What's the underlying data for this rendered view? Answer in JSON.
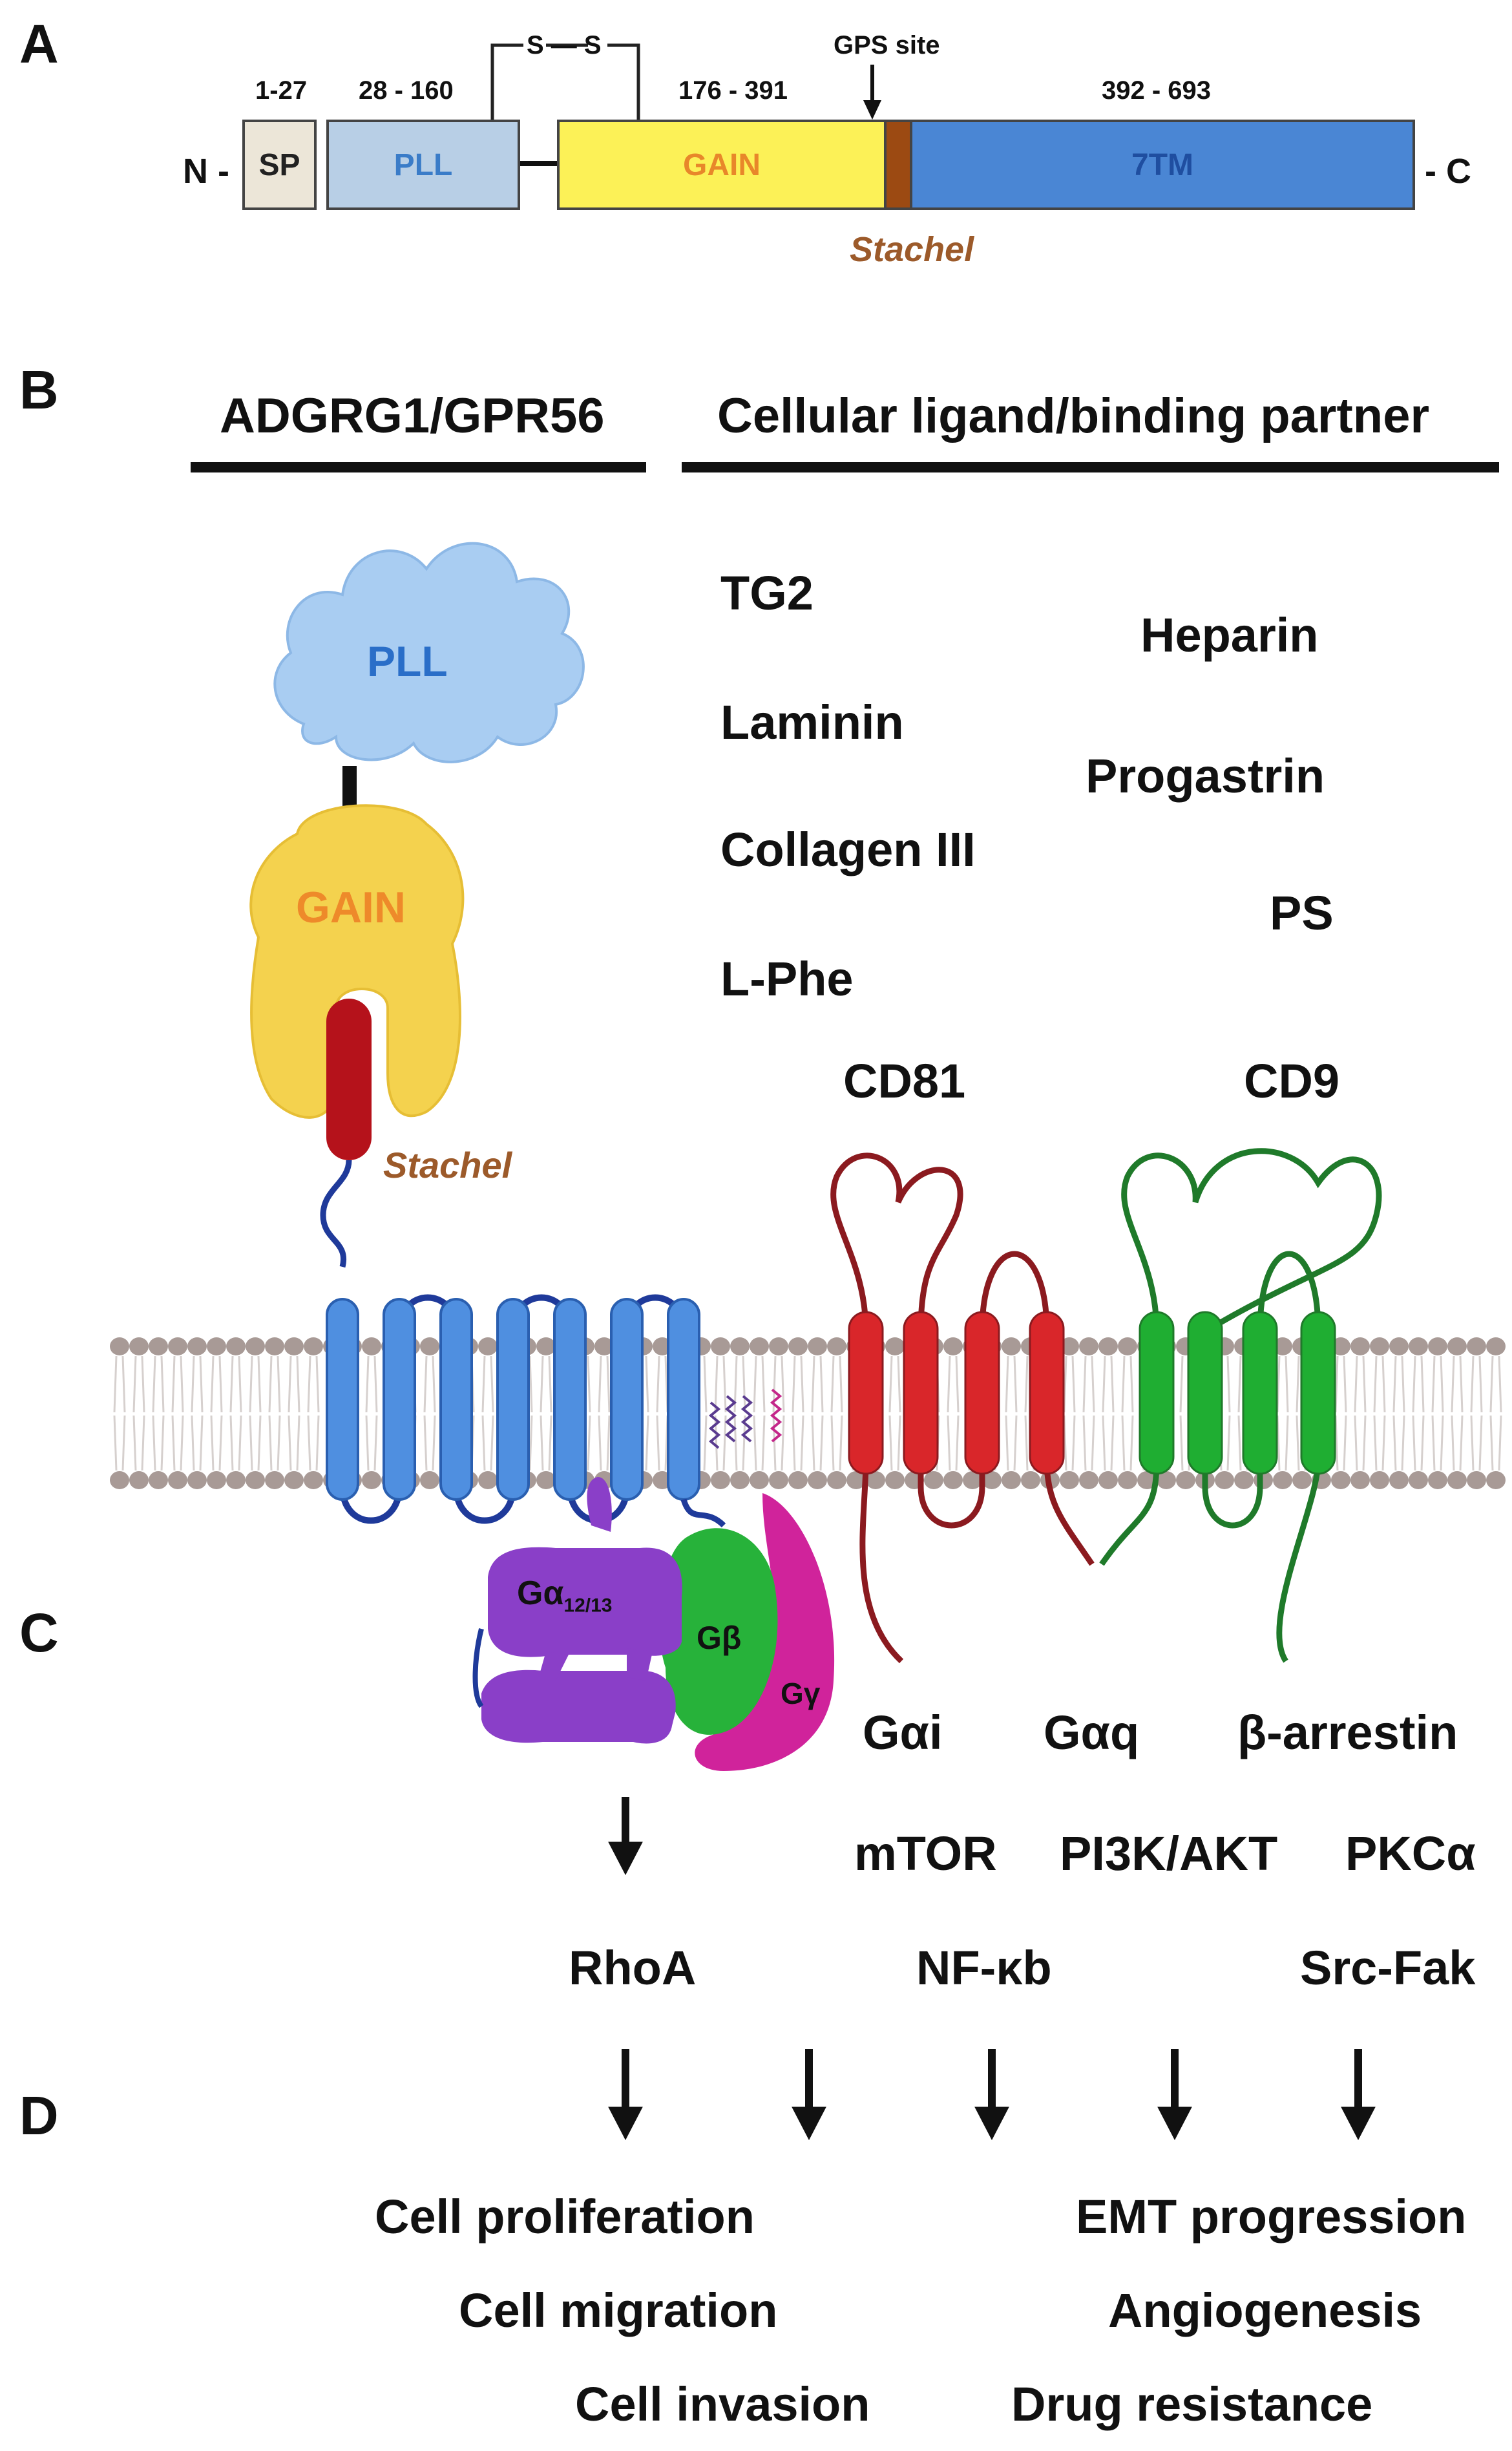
{
  "panels": {
    "a": "A",
    "b": "B",
    "c": "C",
    "d": "D"
  },
  "domain_map": {
    "n_term": "N -",
    "c_term": "- C",
    "disulfide": "S — S",
    "gps_site": "GPS site",
    "stachel": "Stachel",
    "segments": [
      {
        "range": "1-27",
        "name": "SP",
        "fill": "#ece6d8",
        "text": "#222222"
      },
      {
        "range": "28 - 160",
        "name": "PLL",
        "fill": "#b8cfe6",
        "text": "#3a7cc8"
      },
      {
        "range": "176 - 391",
        "name": "GAIN",
        "fill": "#fcf157",
        "text": "#e8872a"
      },
      {
        "range": "392 - 693",
        "name": "7TM",
        "fill": "#4a86d4",
        "text": "#1f4ea0"
      }
    ],
    "stachel_color": "#9c4a12"
  },
  "headers": {
    "left": "ADGRG1/GPR56",
    "right": "Cellular ligand/binding partner"
  },
  "structure_labels": {
    "pll": "PLL",
    "gain": "GAIN",
    "stachel": "Stachel",
    "galpha": "Gα",
    "galpha_sub": "12/13",
    "gbeta": "Gβ",
    "ggamma": "Gγ",
    "cd81": "CD81",
    "cd9": "CD9"
  },
  "ligands": [
    "TG2",
    "Heparin",
    "Laminin",
    "Progastrin",
    "Collagen III",
    "PS",
    "L-Phe"
  ],
  "signaling": {
    "effectors": [
      "Gαi",
      "Gαq",
      "β-arrestin"
    ],
    "pathways": [
      "mTOR",
      "PI3K/AKT",
      "PKCα"
    ],
    "downstream": [
      "RhoA",
      "NF-κb",
      "Src-Fak"
    ]
  },
  "outcomes": [
    "Cell proliferation",
    "EMT progression",
    "Cell migration",
    "Angiogenesis",
    "Cell invasion",
    "Drug resistance"
  ],
  "colors": {
    "pll": "#a9cdf2",
    "gain": "#f4d24e",
    "stachel_red": "#b5121b",
    "tm_blue": "#4f8fe0",
    "cd81": "#d9262a",
    "cd81_loop": "#8b1a1f",
    "cd9": "#1fae32",
    "cd9_loop": "#1f7a2a",
    "galpha": "#8a3fc8",
    "gbeta": "#27b23a",
    "ggamma": "#d0239b",
    "lipid": "#a89a96"
  }
}
